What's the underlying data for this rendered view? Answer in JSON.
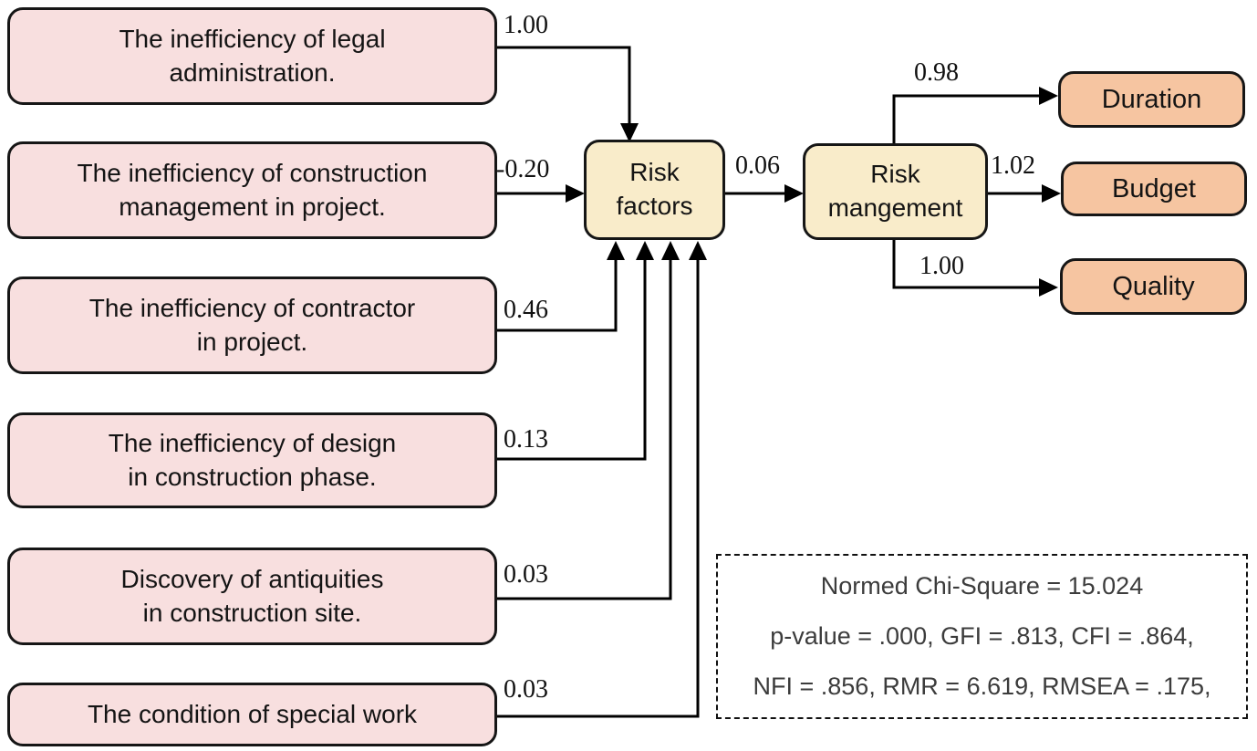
{
  "diagram": {
    "indicators": [
      {
        "label": "The inefficiency of legal\nadministration.",
        "coefficient": "1.00"
      },
      {
        "label": "The inefficiency of construction\nmanagement in project.",
        "coefficient": "-0.20"
      },
      {
        "label": "The inefficiency of contractor\nin project.",
        "coefficient": "0.46"
      },
      {
        "label": "The inefficiency of design\nin construction phase.",
        "coefficient": "0.13"
      },
      {
        "label": "Discovery of antiquities\nin construction site.",
        "coefficient": "0.03"
      },
      {
        "label": "The condition of special work",
        "coefficient": "0.03"
      }
    ],
    "latent_factors": {
      "risk_factors": {
        "label": "Risk\nfactors"
      },
      "risk_management": {
        "label": "Risk\nmangement"
      },
      "path_coefficient": "0.06"
    },
    "outcomes": [
      {
        "label": "Duration",
        "coefficient": "0.98"
      },
      {
        "label": "Budget",
        "coefficient": "1.02"
      },
      {
        "label": "Quality",
        "coefficient": "1.00"
      }
    ],
    "fit_statistics": {
      "line1": "Normed Chi-Square = 15.024",
      "line2": "p-value = .000, GFI = .813, CFI = .864,",
      "line3": "NFI = .856, RMR = 6.619, RMSEA = .175,"
    },
    "colors": {
      "indicator_fill": "#f8dfdf",
      "latent_fill": "#f9ecca",
      "outcome_fill": "#f6c5a1",
      "line": "#000000"
    }
  }
}
